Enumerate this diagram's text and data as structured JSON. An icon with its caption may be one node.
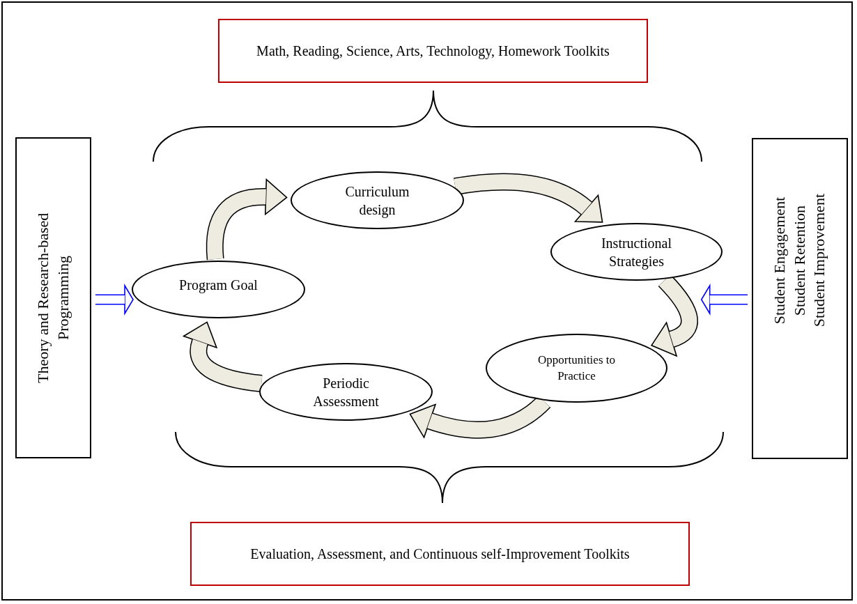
{
  "diagram": {
    "nodes": [
      {
        "text": [
          "Math, Reading, Science, Arts, Technology, Homework Toolkits"
        ]
      },
      {
        "text": [
          "Theory and Research-based Programming"
        ]
      },
      {
        "text": [
          "Student Engagement",
          "Student Retention",
          "Student Improvement"
        ]
      },
      {
        "text": [
          "Curriculum design"
        ]
      },
      {
        "text": [
          "Instructional Strategies"
        ]
      },
      {
        "text": [
          "Program Goal"
        ]
      },
      {
        "text": [
          "Opportunities to Practice"
        ]
      },
      {
        "text": [
          "Periodic Assessment"
        ]
      },
      {
        "text": [
          "Evaluation, Assessment, and Continuous self-Improvement Toolkits"
        ]
      }
    ],
    "edges": [
      {
        "from": 5,
        "to": 3,
        "arrow": "to"
      },
      {
        "from": 3,
        "to": 4,
        "arrow": "to"
      },
      {
        "from": 4,
        "to": 6,
        "arrow": "to"
      },
      {
        "from": 6,
        "to": 7,
        "arrow": "to"
      },
      {
        "from": 7,
        "to": 5,
        "arrow": "to"
      },
      {
        "from": 1,
        "to": 5,
        "arrow": "to",
        "color": "#0000ff"
      },
      {
        "from": 2,
        "to": 4,
        "arrow": "to",
        "color": "#0000ff"
      }
    ]
  }
}
